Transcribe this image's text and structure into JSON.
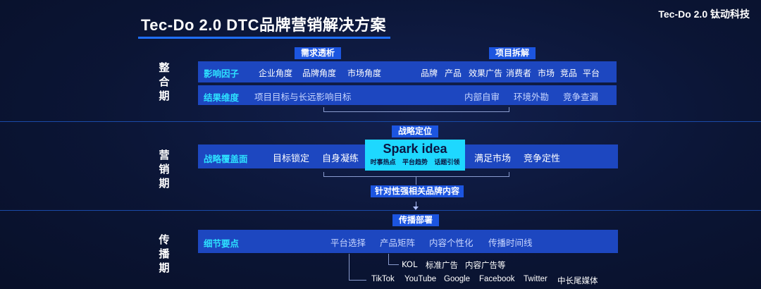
{
  "header": {
    "title": "Tec-Do 2.0 DTC品牌营销解决方案",
    "brand": "Tec-Do 2.0 钛动科技"
  },
  "phases": {
    "integration": [
      "整",
      "合",
      "期"
    ],
    "marketing": [
      "营",
      "销",
      "期"
    ],
    "spread": [
      "传",
      "播",
      "期"
    ]
  },
  "integration": {
    "tag_left": "需求透析",
    "tag_right": "项目拆解",
    "row1_label": "影响因子",
    "row1_items_left": [
      "企业角度",
      "品牌角度",
      "市场角度"
    ],
    "row1_items_right": [
      "品牌",
      "产品",
      "效果广告",
      "消费者",
      "市场",
      "竞品",
      "平台"
    ],
    "row2_label": "结果维度",
    "row2_left": "项目目标与长远影响目标",
    "row2_items_right": [
      "内部自审",
      "环境外勘",
      "竞争查漏"
    ]
  },
  "marketing": {
    "tag_top": "战略定位",
    "row_label": "战略覆盖面",
    "items_left": [
      "目标锁定",
      "自身凝练"
    ],
    "spark_title": "Spark idea",
    "spark_sub": [
      "时事热点",
      "平台趋势",
      "话题引领"
    ],
    "items_right": [
      "满足市场",
      "竞争定性"
    ],
    "tag_bottom": "针对性强相关品牌内容"
  },
  "spread": {
    "tag_top": "传播部署",
    "row_label": "细节要点",
    "items": [
      "平台选择",
      "产品矩阵",
      "内容个性化",
      "传播时间线"
    ],
    "sub1": [
      "KOL",
      "标准广告",
      "内容广告等"
    ],
    "sub2": [
      "TikTok",
      "YouTube",
      "Google",
      "Facebook",
      "Twitter",
      "中长尾媒体"
    ]
  }
}
